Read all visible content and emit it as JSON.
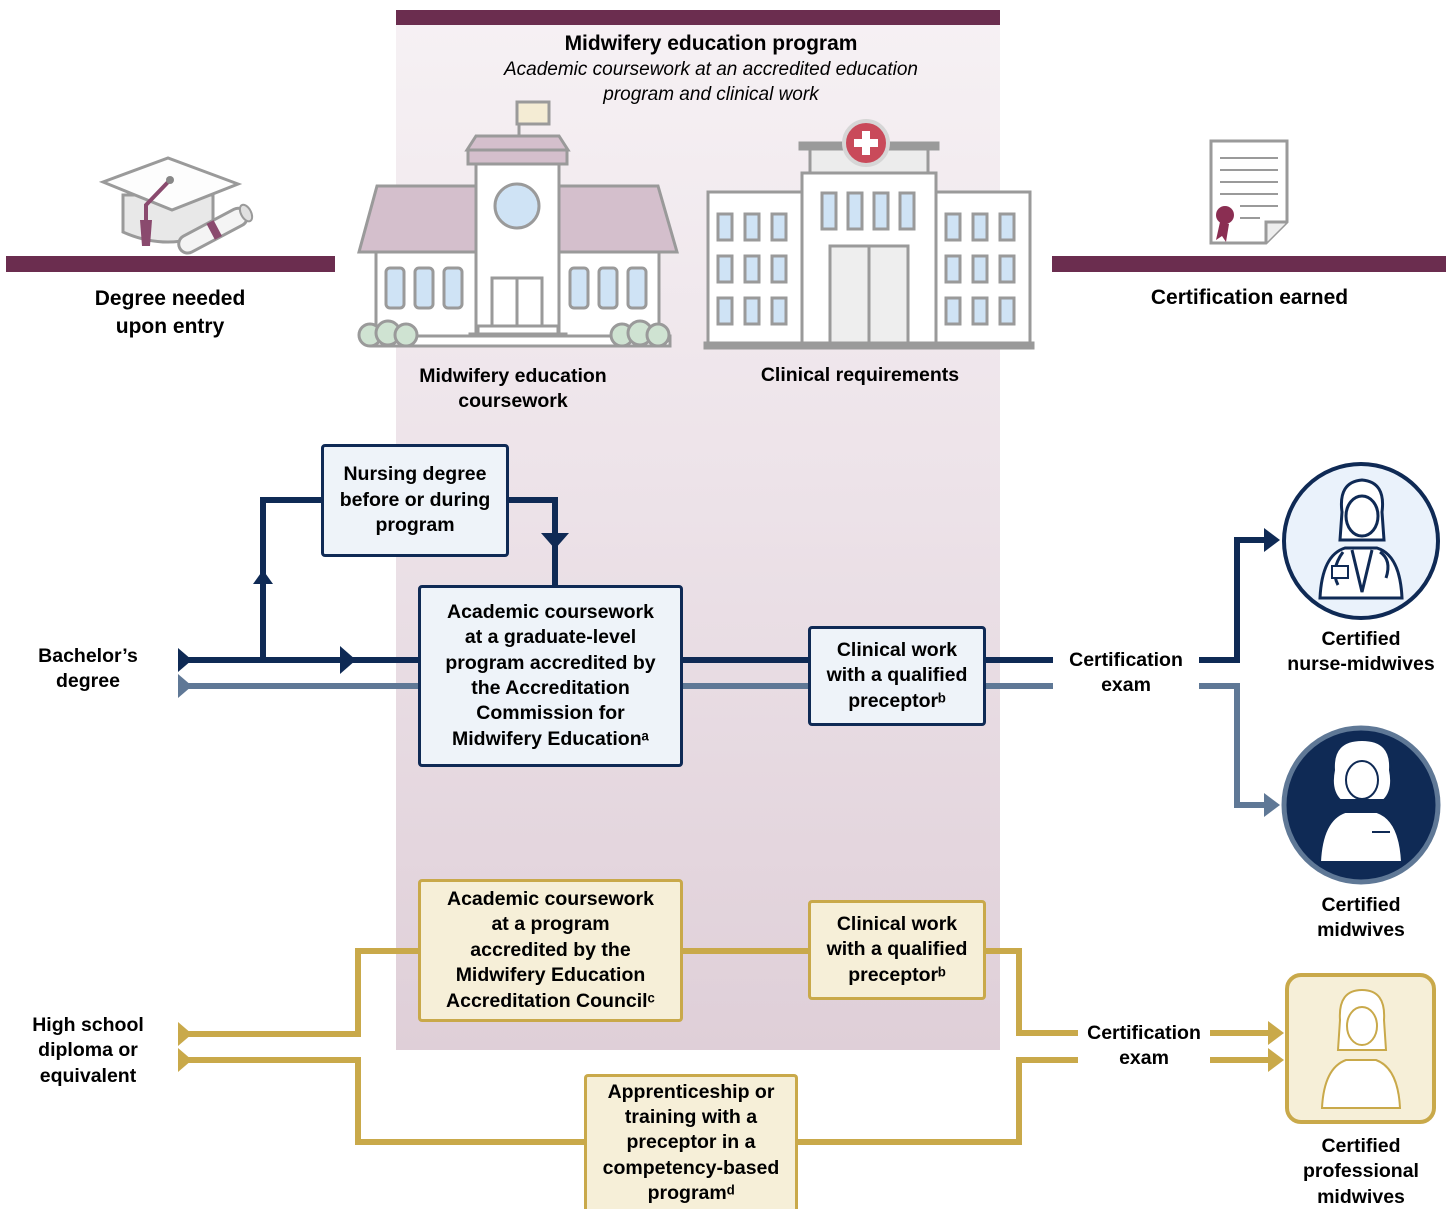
{
  "program": {
    "title": "Midwifery education program",
    "subtitle": "Academic coursework at an accredited education\nprogram and clinical work"
  },
  "columns": {
    "degree_needed": "Degree needed\nupon entry",
    "coursework": "Midwifery education\ncoursework",
    "clinical": "Clinical requirements",
    "certification_earned": "Certification earned"
  },
  "entry_points": {
    "bachelors": "Bachelor’s\ndegree",
    "high_school": "High school\ndiploma or\nequivalent"
  },
  "boxes": {
    "nursing_degree": "Nursing degree\nbefore or during\nprogram",
    "acme_coursework": "Academic coursework\nat a graduate-level\nprogram accredited by\nthe Accreditation\nCommission for\nMidwifery Educationᵃ",
    "clinical_navy": "Clinical work\nwith a qualified\npreceptorᵇ",
    "meac_coursework": "Academic coursework\nat a program\naccredited by the\nMidwifery Education\nAccreditation Councilᶜ",
    "clinical_gold": "Clinical work\nwith a qualified\npreceptorᵇ",
    "apprenticeship": "Apprenticeship or\ntraining with a\npreceptor in a\ncompetency-based\nprogramᵈ"
  },
  "exams": {
    "top": "Certification\nexam",
    "bottom": "Certification\nexam"
  },
  "outcomes": {
    "cnm": "Certified\nnurse-midwives",
    "cm": "Certified\nmidwives",
    "cpm": "Certified\nprofessional\nmidwives"
  },
  "colors": {
    "plum": "#6b2d4f",
    "navy": "#0f2a55",
    "slate": "#5f7896",
    "gold": "#c9a94a",
    "gold_fill": "#f6efd8"
  },
  "icons": [
    "graduation-cap-icon",
    "school-building-icon",
    "hospital-icon",
    "certificate-icon",
    "nurse-midwife-icon",
    "midwife-icon",
    "professional-midwife-icon"
  ]
}
